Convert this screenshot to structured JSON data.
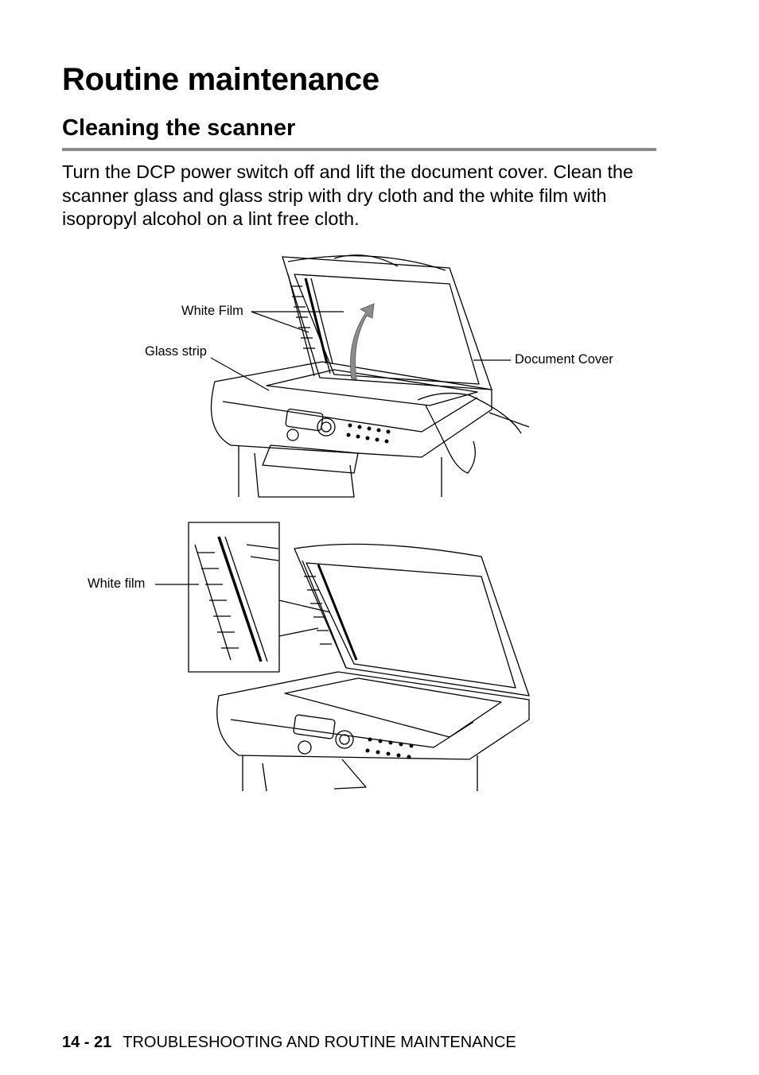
{
  "heading": "Routine maintenance",
  "subheading": "Cleaning the scanner",
  "body": "Turn the DCP power switch off and lift the document cover. Clean the scanner glass and glass strip with dry cloth and the white film with isopropyl alcohol on a lint free cloth.",
  "figure1": {
    "label_white_film": "White Film",
    "label_glass_strip": "Glass strip",
    "label_document_cover": "Document Cover"
  },
  "figure2": {
    "label_white_film": "White film"
  },
  "footer": {
    "page_number": "14 - 21",
    "chapter": "TROUBLESHOOTING AND ROUTINE MAINTENANCE"
  }
}
